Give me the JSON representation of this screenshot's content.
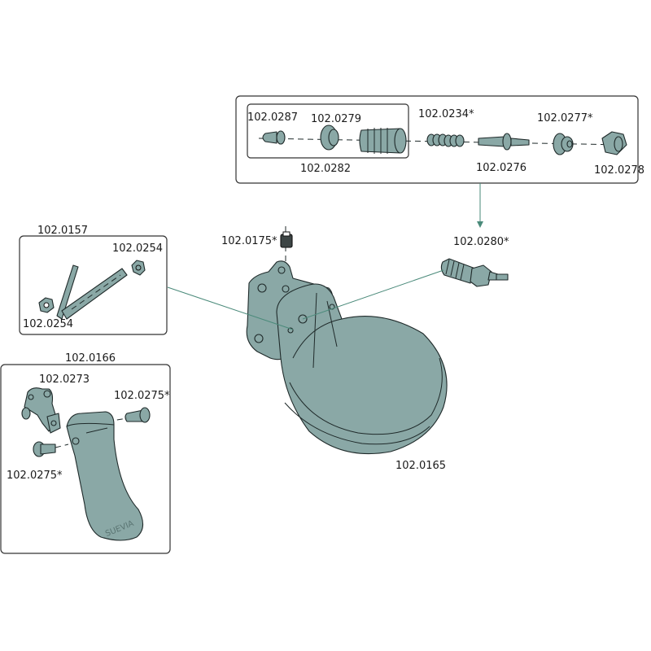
{
  "diagram": {
    "type": "exploded parts diagram",
    "subject": "water bowl with valve assembly",
    "colors": {
      "part_fill": "#8aa8a6",
      "outline": "#1f2a2a",
      "leader": "#4a8a7a",
      "dark_part": "#3d4545"
    },
    "valve_group": {
      "inner_group_label": "102.0282",
      "parts": [
        {
          "id": "102.0287",
          "label": "102.0287"
        },
        {
          "id": "102.0279",
          "label": "102.0279"
        },
        {
          "id": "102.0234",
          "label": "102.0234*"
        },
        {
          "id": "102.0276",
          "label": "102.0276"
        },
        {
          "id": "102.0277",
          "label": "102.0277*"
        },
        {
          "id": "102.0278",
          "label": "102.0278"
        }
      ]
    },
    "valve_assembly": {
      "label": "102.0280*"
    },
    "top_plug": {
      "label": "102.0175*"
    },
    "bowl": {
      "label": "102.0165"
    },
    "axle_group": {
      "title": "102.0157",
      "parts": [
        {
          "id": "102.0254-top",
          "label": "102.0254"
        },
        {
          "id": "102.0254-bottom",
          "label": "102.0254"
        }
      ]
    },
    "paddle_group": {
      "title": "102.0166",
      "parts": [
        {
          "id": "102.0273",
          "label": "102.0273"
        },
        {
          "id": "102.0275-right",
          "label": "102.0275*"
        },
        {
          "id": "102.0275-left",
          "label": "102.0275*"
        }
      ],
      "brand_text": "SUEVIA"
    }
  }
}
